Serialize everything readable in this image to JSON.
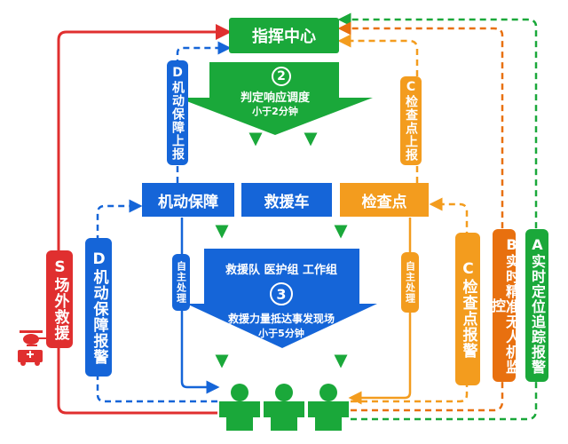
{
  "command_center": "指挥中心",
  "step2": {
    "num": "2",
    "title": "判定响应调度",
    "sub": "小于2分钟"
  },
  "units": {
    "mobile": "机动保障",
    "ambulance": "救援车",
    "checkpoint": "检查点"
  },
  "step3": {
    "num": "3",
    "teams": "救援队  医护组  工作组",
    "title": "救援力量抵达事发现场",
    "sub": "小于5分钟"
  },
  "labels": {
    "d_top": "D机动保障上报",
    "c_top": "C检查点上报",
    "s": "S场外救援",
    "d_bottom": "D机动保障报警",
    "c_bottom": "C检查点报警",
    "b": "B实时精准无人机监控",
    "a": "A实时定位追踪报警",
    "self_left": "自主处理",
    "self_right": "自主处理"
  },
  "colors": {
    "green": "#1aa83a",
    "blue": "#1565d8",
    "orange": "#f39c1e",
    "red": "#e02f2f",
    "deep_orange": "#e8700f"
  }
}
